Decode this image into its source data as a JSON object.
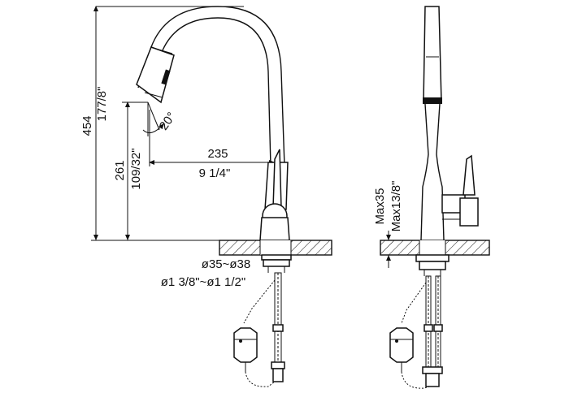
{
  "dimensions": {
    "total_height_mm": "454",
    "total_height_in": "177/8\"",
    "spout_height_mm": "261",
    "spout_height_in": "109/32\"",
    "reach_mm": "235",
    "reach_in": "9 1/4\"",
    "spray_angle": "20°",
    "hole_diameter_mm": "ø35~ø38",
    "hole_diameter_in": "ø1 3/8\"~ø1 1/2\"",
    "deck_thickness_mm": "Max35",
    "deck_thickness_in": "Max13/8\""
  }
}
